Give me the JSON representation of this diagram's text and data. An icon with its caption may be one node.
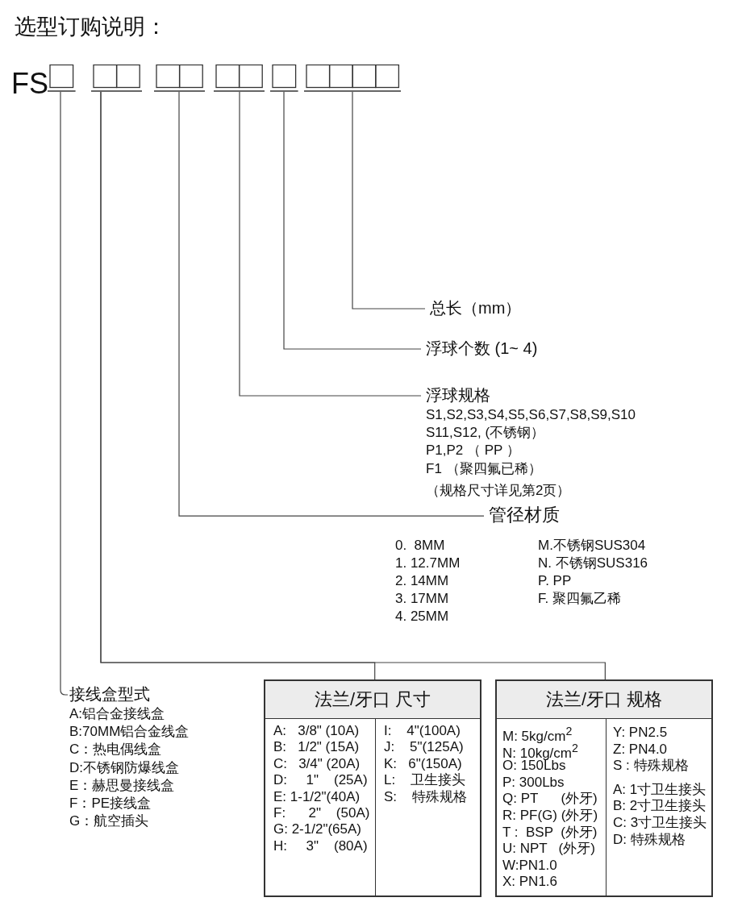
{
  "diagram": {
    "title": "选型订购说明：",
    "nodes": [
      {
        "text": [],
        "shape": "box"
      },
      {
        "text": [],
        "shape": "box"
      },
      {
        "text": [],
        "shape": "box"
      },
      {
        "text": [],
        "shape": "box"
      },
      {
        "text": [],
        "shape": "box"
      },
      {
        "text": [],
        "shape": "box"
      },
      {
        "text": [
          "总长（mm）"
        ]
      },
      {
        "text": [
          "浮球个数 (1~ 4)"
        ]
      },
      {
        "text": [
          "浮球规格",
          "S1,S2,S3,S4,S5,S6,S7,S8,S9,S10",
          "S11,S12, (不锈钢）",
          "P1,P2 （ PP ）",
          "F1 （聚四氟已稀）",
          "（规格尺寸详见第2页）"
        ]
      },
      {
        "text": [
          "管径材质"
        ]
      },
      {
        "text": [
          "接线盒型式",
          "A:铝合金接线盒",
          "B:70MM铝合金线盒",
          "C：热电偶线盒",
          "D:不锈钢防爆线盒",
          "E：赫思曼接线盒",
          "F：PE接线盒",
          "G：航空插头"
        ]
      },
      {
        "text": [
          "法兰/牙口 尺寸",
          "A:   3/8\" (10A)",
          "B:   1/2\" (15A)",
          "C:   3/4\" (20A)",
          "D:     1\"    (25A)",
          "E: 1-1/2\"(40A)",
          "F:      2\"    (50A)",
          "G: 2-1/2\"(65A)",
          "H:     3\"    (80A)",
          "I:    4\"(100A)",
          "J:    5\"(125A)",
          "K:   6\"(150A)",
          "L:    卫生接头",
          "S:    特殊规格"
        ]
      },
      {
        "text": [
          "法兰/牙口 规格",
          "M: 5kg/cm$^{2}$",
          "N: 10kg/cm$^{2}$",
          "O: 150Lbs",
          "P: 300Lbs",
          "Q: PT      (外牙)",
          "R: PF(G) (外牙)",
          "T :  BSP  (外牙)",
          "U: NPT   (外牙)",
          "W:PN1.0",
          "X: PN1.6",
          "Y: PN2.5",
          "Z: PN4.0",
          "S : 特殊规格",
          "A: 1寸卫生接头",
          "B: 2寸卫生接头",
          "C: 3寸卫生接头",
          "D: 特殊规格"
        ]
      }
    ],
    "edges": [
      {
        "from": 5,
        "to": 6,
        "arrow": "none"
      },
      {
        "from": 4,
        "to": 7,
        "arrow": "none"
      },
      {
        "from": 3,
        "to": 8,
        "arrow": "none"
      },
      {
        "from": 2,
        "to": 9,
        "arrow": "none"
      },
      {
        "from": 1,
        "to": 11,
        "arrow": "none"
      },
      {
        "from": 1,
        "to": 12,
        "arrow": "none"
      },
      {
        "from": 0,
        "to": 10,
        "arrow": "none"
      }
    ],
    "labels": [
      "FS",
      "0.  8MM",
      "1. 12.7MM",
      "2. 14MM",
      "3. 17MM",
      "4. 25MM",
      "M.不锈钢SUS304",
      "N. 不锈钢SUS316",
      "P. PP",
      "F. 聚四氟乙稀"
    ]
  }
}
